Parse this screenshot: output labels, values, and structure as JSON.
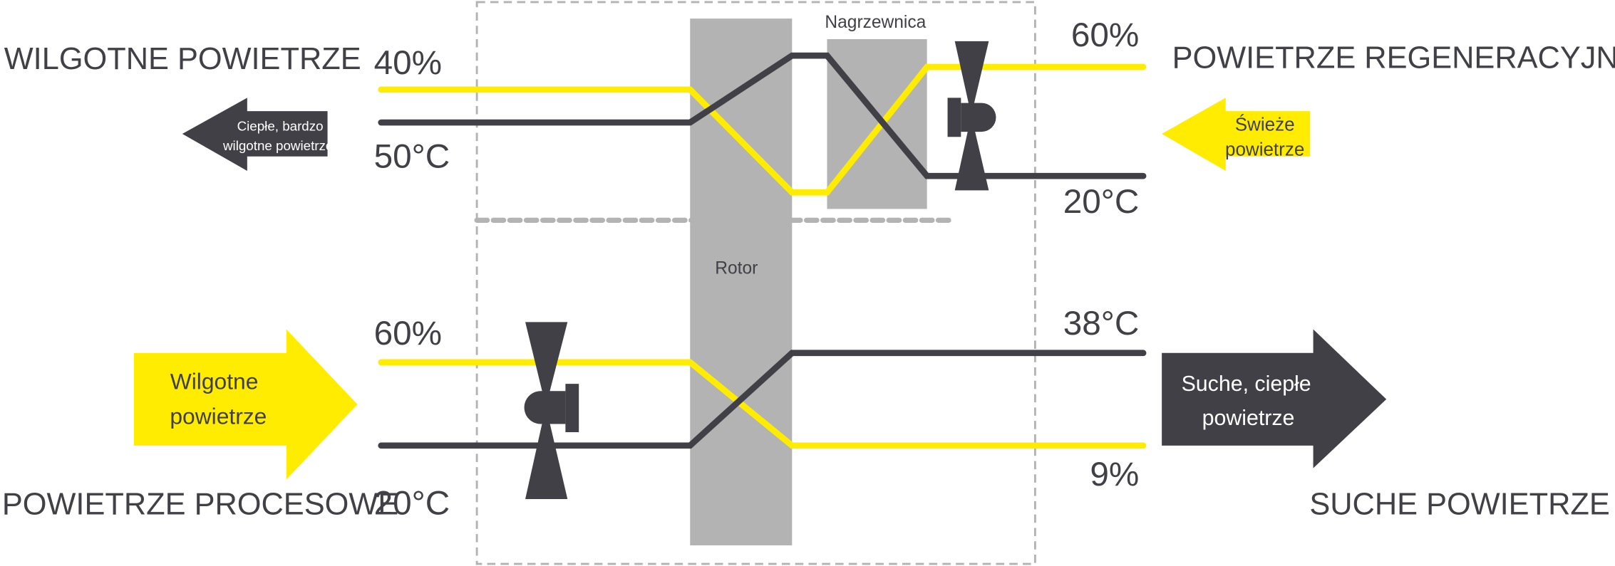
{
  "colors": {
    "dark": "#404046",
    "yellow": "#ffec00",
    "gray": "#b3b3b3",
    "dash": "#b3b3b3"
  },
  "labels": {
    "wet_air": "WILGOTNE POWIETRZE",
    "regen_air": "POWIETRZE REGENERACYJNE",
    "process_air": "POWIETRZE PROCESOWE",
    "dry_air": "SUCHE POWIETRZE",
    "rotor": "Rotor",
    "heater": "Nagrzewnica"
  },
  "values": {
    "top_left_humidity": "40%",
    "top_left_temp": "50°C",
    "top_right_humidity": "60%",
    "top_right_temp": "20°C",
    "bottom_left_humidity": "60%",
    "bottom_left_temp": "20°C",
    "bottom_right_temp": "38°C",
    "bottom_right_humidity": "9%"
  },
  "arrows": {
    "exhaust": [
      "Ciepłe, bardzo",
      "wilgotne powietrze"
    ],
    "fresh": [
      "Świeże",
      "powietrze"
    ],
    "inlet": [
      "Wilgotne",
      "powietrze"
    ],
    "outlet": [
      "Suche, ciepłe",
      "powietrze"
    ]
  }
}
